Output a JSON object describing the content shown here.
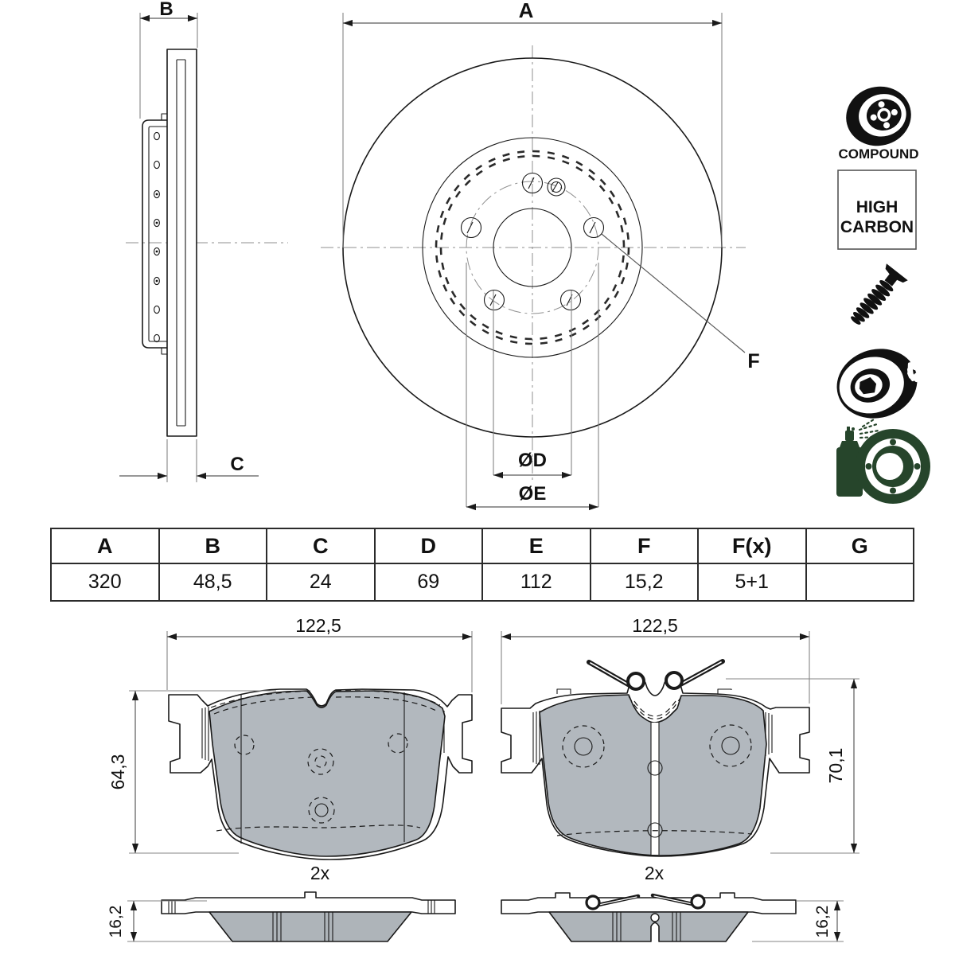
{
  "drawing": {
    "front_view": {
      "dim_a": "A",
      "dim_d": "ØD",
      "dim_e": "ØE",
      "ref_f": "F"
    },
    "side_view": {
      "dim_b": "B",
      "dim_c": "C"
    }
  },
  "badges": {
    "compound_label": "COMPOUND",
    "high_carbon_line1": "HIGH",
    "high_carbon_line2": "CARBON"
  },
  "icon_names": [
    "compound-disc-icon",
    "high-carbon-badge",
    "countersunk-screw-icon",
    "vented-disc-icon",
    "spray-coated-disc-icon"
  ],
  "spec_table": {
    "headers": [
      "A",
      "B",
      "C",
      "D",
      "E",
      "F",
      "F(x)",
      "G"
    ],
    "values": [
      "320",
      "48,5",
      "24",
      "69",
      "112",
      "15,2",
      "5+1",
      ""
    ]
  },
  "pad_left": {
    "width": "122,5",
    "height": "64,3",
    "quantity": "2x",
    "thickness": "16,2"
  },
  "pad_right": {
    "width": "122,5",
    "height": "70,1",
    "quantity": "2x",
    "thickness": "16,2"
  },
  "colors": {
    "line": "#1a1a1a",
    "dimension": "#858585",
    "pad_friction_fill": "#b2b8be",
    "pad_edge_fill": "#aeb4b9",
    "icon_green": "#26452b",
    "icon_black": "#111111"
  }
}
